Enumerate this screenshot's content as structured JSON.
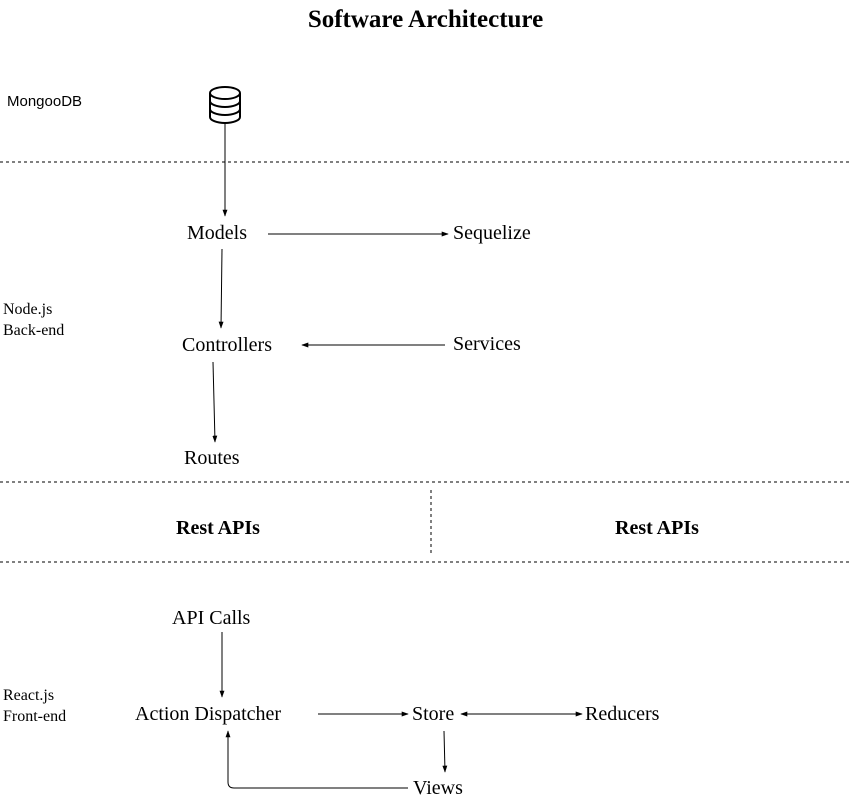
{
  "title": "Software Architecture",
  "layers": {
    "database": {
      "label": "MongooDB",
      "icon": "database-icon"
    },
    "backend": {
      "label_line1": "Node.js",
      "label_line2": "Back-end"
    },
    "api": {
      "left": "Rest APIs",
      "right": "Rest APIs"
    },
    "frontend": {
      "label_line1": "React.js",
      "label_line2": "Front-end"
    }
  },
  "nodes": {
    "models": "Models",
    "sequelize": "Sequelize",
    "controllers": "Controllers",
    "services": "Services",
    "routes": "Routes",
    "api_calls": "API Calls",
    "action_dispatcher": "Action Dispatcher",
    "store": "Store",
    "reducers": "Reducers",
    "views": "Views"
  },
  "edges": [
    {
      "from": "database",
      "to": "models",
      "direction": "forward"
    },
    {
      "from": "models",
      "to": "sequelize",
      "direction": "forward"
    },
    {
      "from": "models",
      "to": "controllers",
      "direction": "forward"
    },
    {
      "from": "services",
      "to": "controllers",
      "direction": "forward"
    },
    {
      "from": "controllers",
      "to": "routes",
      "direction": "forward"
    },
    {
      "from": "api_calls",
      "to": "action_dispatcher",
      "direction": "forward"
    },
    {
      "from": "action_dispatcher",
      "to": "store",
      "direction": "forward"
    },
    {
      "from": "store",
      "to": "reducers",
      "direction": "both"
    },
    {
      "from": "store",
      "to": "views",
      "direction": "forward"
    },
    {
      "from": "views",
      "to": "action_dispatcher",
      "direction": "forward"
    }
  ]
}
